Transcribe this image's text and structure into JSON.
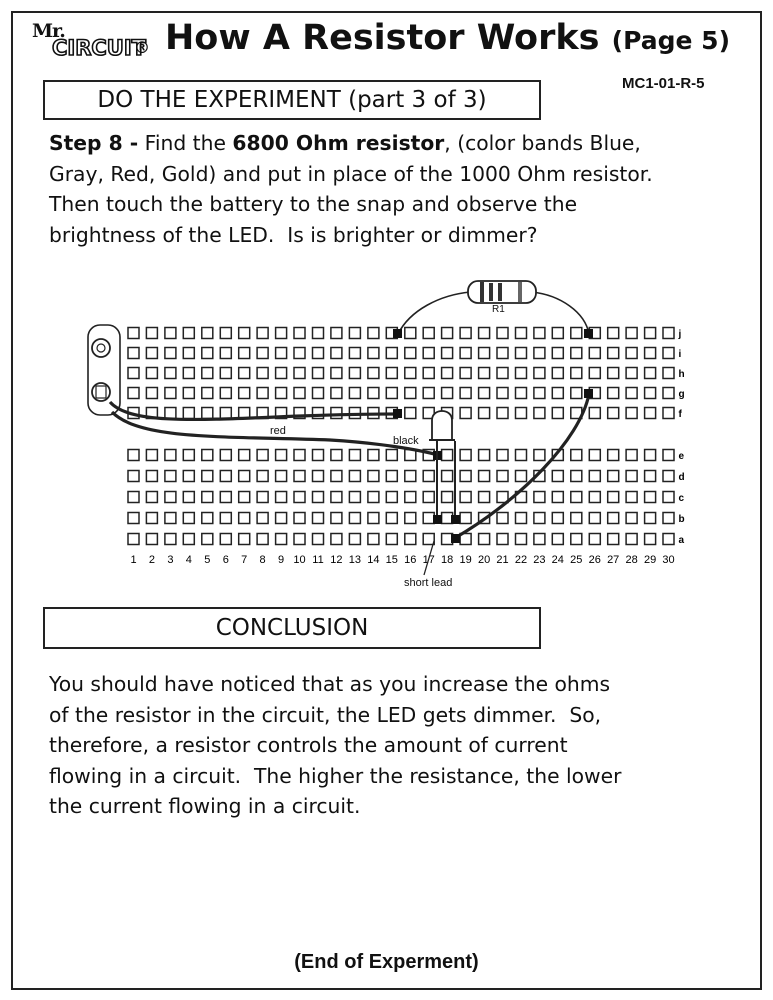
{
  "header": {
    "logo_mr": "Mr.",
    "logo_circuit": "CIRCUIT",
    "logo_reg": "®",
    "title": "How A Resistor Works",
    "page": "(Page 5)",
    "code": "MC1-01-R-5"
  },
  "experiment": {
    "heading": "DO THE EXPERIMENT (part 3 of 3)",
    "step_label": "Step 8 -",
    "line1_pre": " Find the ",
    "line1_bold": "6800 Ohm resistor",
    "line1_post": ", (color bands Blue,",
    "line2": "Gray, Red, Gold) and put in place of the 1000 Ohm resistor.",
    "line3": "Then touch the battery to the snap and observe the",
    "line4": "brightness of the LED.  Is is brighter or dimmer?"
  },
  "diagram": {
    "resistor_label": "R1",
    "wire_red_label": "red",
    "wire_black_label": "black",
    "short_lead_label": "short lead",
    "row_labels_top": [
      "j",
      "i",
      "h",
      "g",
      "f"
    ],
    "row_labels_bottom": [
      "e",
      "d",
      "c",
      "b",
      "a"
    ],
    "column_numbers": [
      "1",
      "2",
      "3",
      "4",
      "5",
      "6",
      "7",
      "8",
      "9",
      "10",
      "11",
      "12",
      "13",
      "14",
      "15",
      "16",
      "17",
      "18",
      "19",
      "20",
      "21",
      "22",
      "23",
      "24",
      "25",
      "26",
      "27",
      "28",
      "29",
      "30"
    ]
  },
  "conclusion": {
    "heading": "CONCLUSION",
    "lines": [
      "You should have noticed that as you increase the ohms",
      "of the resistor in the circuit, the LED gets dimmer.  So,",
      "therefore, a resistor controls the amount of current",
      "flowing in a circuit.  The higher the resistance, the lower",
      "the current flowing in a circuit."
    ]
  },
  "footer": {
    "end": "(End of Experment)"
  }
}
